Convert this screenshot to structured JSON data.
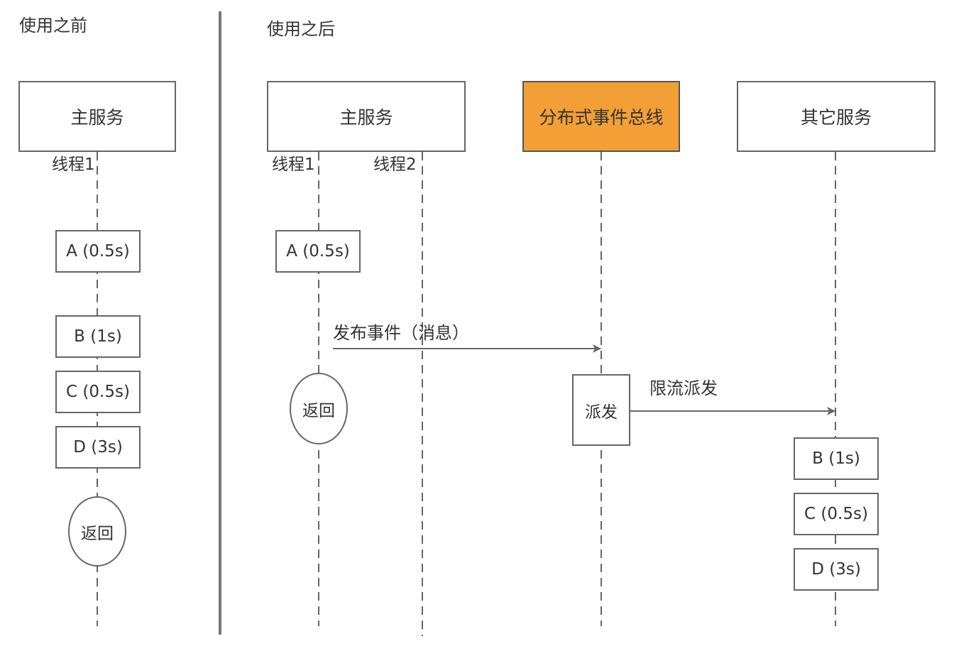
{
  "before": {
    "title": "使用之前",
    "service": "主服务",
    "thread": "线程1",
    "steps": [
      "A (0.5s)",
      "B (1s)",
      "C (0.5s)",
      "D (3s)"
    ],
    "return": "返回"
  },
  "after": {
    "title": "使用之后",
    "main_service": "主服务",
    "event_bus": "分布式事件总线",
    "other_service": "其它服务",
    "thread1": "线程1",
    "thread2": "线程2",
    "step_a": "A (0.5s)",
    "return": "返回",
    "publish": "发布事件（消息）",
    "dispatch": "派发",
    "rate_limit": "限流派发",
    "other_steps": [
      "B (1s)",
      "C (0.5s)",
      "D (3s)"
    ]
  },
  "colors": {
    "event_bus_fill": "#f29f35",
    "stroke": "#666666",
    "divider": "#777777"
  }
}
